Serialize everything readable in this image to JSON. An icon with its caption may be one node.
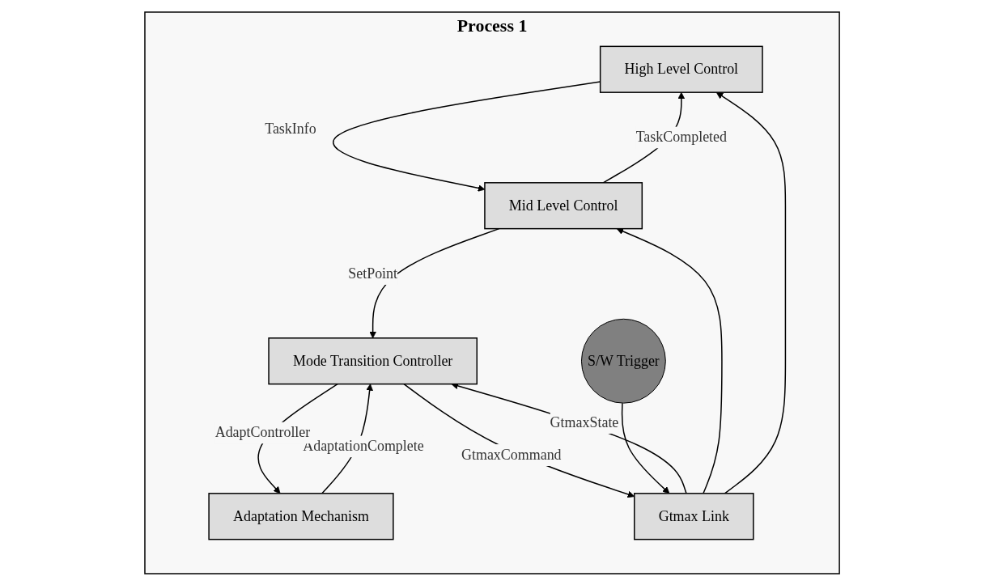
{
  "diagram": {
    "nodes": [
      {
        "text": [
          "Process 1"
        ]
      },
      {
        "text": [
          "High Level Control"
        ],
        "in": 0
      },
      {
        "text": [
          "Mid Level Control"
        ],
        "in": 0
      },
      {
        "text": [
          "Mode Transition Controller"
        ],
        "in": 0
      },
      {
        "text": [
          "Adaptation Mechanism"
        ],
        "in": 0
      },
      {
        "text": [
          "S/W Trigger"
        ],
        "in": 0
      },
      {
        "text": [
          "Gtmax Link"
        ],
        "in": 0
      }
    ],
    "edges": [
      {
        "from": 1,
        "to": 2,
        "arrow": "to",
        "label": "TaskInfo"
      },
      {
        "from": 2,
        "to": 1,
        "arrow": "to",
        "label": "TaskCompleted"
      },
      {
        "from": 2,
        "to": 3,
        "arrow": "to",
        "label": "SetPoint"
      },
      {
        "from": 4,
        "to": 3,
        "arrow": "to",
        "label": "AdaptationComplete"
      },
      {
        "from": 3,
        "to": 4,
        "arrow": "to",
        "label": "AdaptController"
      },
      {
        "from": 3,
        "to": 6,
        "arrow": "to",
        "label": "GtmaxCommand"
      },
      {
        "from": 6,
        "to": 3,
        "arrow": "to",
        "label": "GtmaxState"
      },
      {
        "from": 6,
        "to": 2,
        "arrow": "to"
      },
      {
        "from": 6,
        "to": 1,
        "arrow": "to"
      },
      {
        "from": 5,
        "to": 6,
        "arrow": "to"
      }
    ]
  }
}
